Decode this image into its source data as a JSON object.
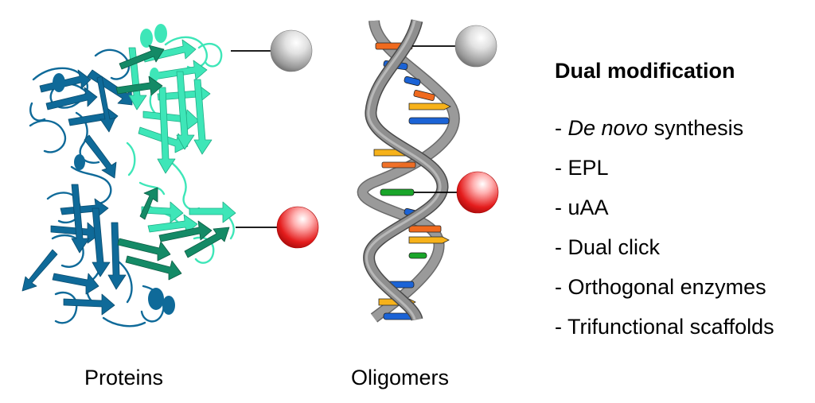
{
  "captions": {
    "proteins": "Proteins",
    "oligomers": "Oligomers"
  },
  "panel": {
    "title": "Dual modification",
    "methods": [
      {
        "prefix": "- ",
        "italic": "De novo",
        "text": " synthesis"
      },
      {
        "prefix": "- ",
        "italic": "",
        "text": "EPL"
      },
      {
        "prefix": "- ",
        "italic": "",
        "text": "uAA"
      },
      {
        "prefix": "- ",
        "italic": "",
        "text": "Dual click"
      },
      {
        "prefix": "- ",
        "italic": "",
        "text": "Orthogonal enzymes"
      },
      {
        "prefix": "- ",
        "italic": "",
        "text": "Trifunctional scaffolds"
      }
    ]
  },
  "colors": {
    "protein_dark": "#0f6a99",
    "protein_teal": "#3ee6b8",
    "protein_green": "#148a66",
    "dna_backbone": "#8f8f8f",
    "base_orange": "#f06a1e",
    "base_blue": "#1b63d6",
    "base_yellow": "#f7b21a",
    "base_green": "#1aa52a",
    "sphere_gray": "#b5b5b5",
    "sphere_red": "#e31818"
  },
  "icons": [
    "protein-ribbon-icon",
    "dna-double-helix-icon",
    "gray-sphere-icon",
    "red-sphere-icon"
  ]
}
